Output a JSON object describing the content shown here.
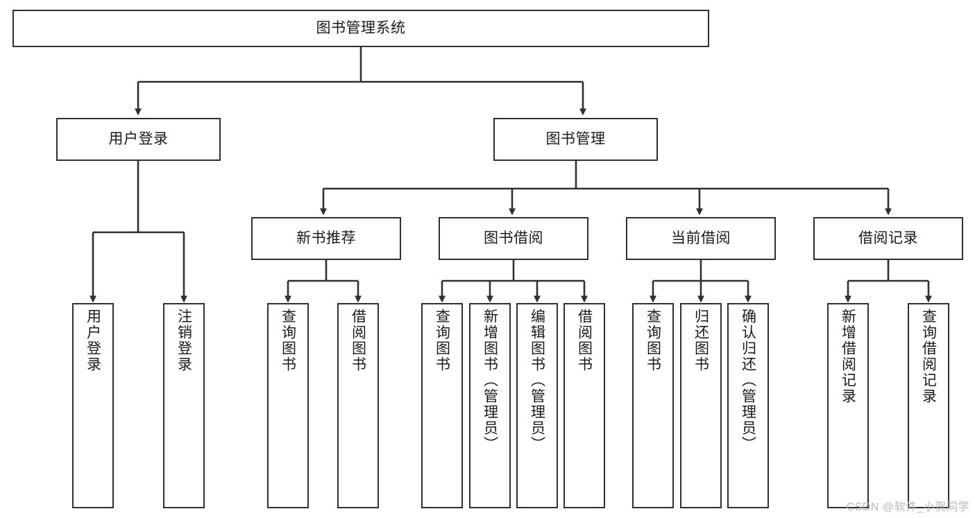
{
  "diagram": {
    "type": "tree-hierarchy-chart",
    "title": "图书管理系统",
    "watermark": "CSDN @软件_小贺同学",
    "colors": {
      "stroke": "#2f2f2f",
      "fill": "#ffffff",
      "text": "#1a1a1a",
      "watermark": "#b9b9b9"
    },
    "root": {
      "id": "root",
      "label": "图书管理系统"
    },
    "level2": [
      {
        "id": "user-login",
        "label": "用户登录"
      },
      {
        "id": "book-manage",
        "label": "图书管理"
      }
    ],
    "level3": [
      {
        "id": "new-book-recommend",
        "label": "新书推荐",
        "parent": "book-manage"
      },
      {
        "id": "book-borrow",
        "label": "图书借阅",
        "parent": "book-manage"
      },
      {
        "id": "current-borrow",
        "label": "当前借阅",
        "parent": "book-manage"
      },
      {
        "id": "borrow-record",
        "label": "借阅记录",
        "parent": "book-manage"
      }
    ],
    "leaves": [
      {
        "id": "leaf-user-login",
        "label": "用户登录",
        "parent": "user-login"
      },
      {
        "id": "leaf-user-logout",
        "label": "注销登录",
        "parent": "user-login"
      },
      {
        "id": "leaf-query-book-1",
        "label": "查询图书",
        "parent": "new-book-recommend"
      },
      {
        "id": "leaf-borrow-book-1",
        "label": "借阅图书",
        "parent": "new-book-recommend"
      },
      {
        "id": "leaf-query-book-2",
        "label": "查询图书",
        "parent": "book-borrow"
      },
      {
        "id": "leaf-add-book",
        "label": "新增图书（管理员）",
        "parent": "book-borrow"
      },
      {
        "id": "leaf-edit-book",
        "label": "编辑图书（管理员）",
        "parent": "book-borrow"
      },
      {
        "id": "leaf-borrow-book-2",
        "label": "借阅图书",
        "parent": "book-borrow"
      },
      {
        "id": "leaf-query-book-3",
        "label": "查询图书",
        "parent": "current-borrow"
      },
      {
        "id": "leaf-return-book",
        "label": "归还图书",
        "parent": "current-borrow"
      },
      {
        "id": "leaf-confirm-return",
        "label": "确认归还（管理员）",
        "parent": "current-borrow"
      },
      {
        "id": "leaf-add-record",
        "label": "新增借阅记录",
        "parent": "borrow-record"
      },
      {
        "id": "leaf-query-record",
        "label": "查询借阅记录",
        "parent": "borrow-record"
      }
    ]
  }
}
